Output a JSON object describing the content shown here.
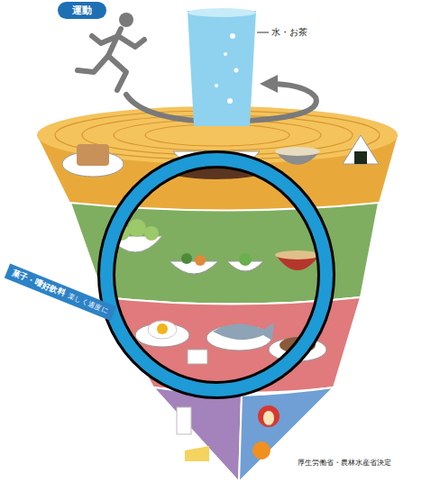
{
  "diagram": {
    "nodes": [
      {
        "text": [
          "運動"
        ]
      },
      {
        "text": [
          "菓子・嗜好飲料",
          "楽しく適度に"
        ]
      }
    ],
    "labels": [
      "水・お茶",
      "厚生労働省・農林水産省決定"
    ]
  }
}
